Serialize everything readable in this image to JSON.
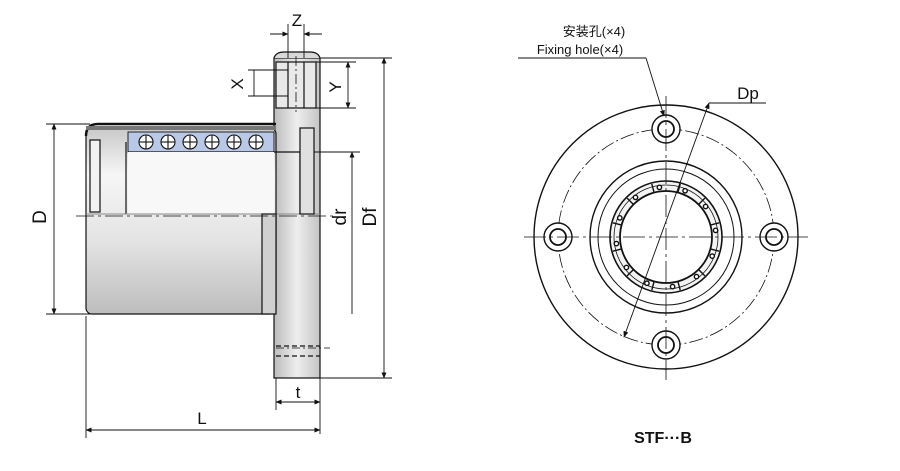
{
  "side_view": {
    "labels": {
      "z": "Z",
      "x": "X",
      "y": "Y",
      "d": "D",
      "dr": "dr",
      "df": "Df",
      "l": "L",
      "t": "t"
    }
  },
  "front_view": {
    "fixing_hole_cn": "安装孔(×4)",
    "fixing_hole_en": "Fixing hole(×4)",
    "dp": "Dp"
  },
  "caption": "STF···B",
  "colors": {
    "line": "#111111",
    "body_fill": "#ececec",
    "flange_fill": "#d6d6d6",
    "ball_track": "#b9c8e6",
    "shadow": "#9a9a9a"
  }
}
